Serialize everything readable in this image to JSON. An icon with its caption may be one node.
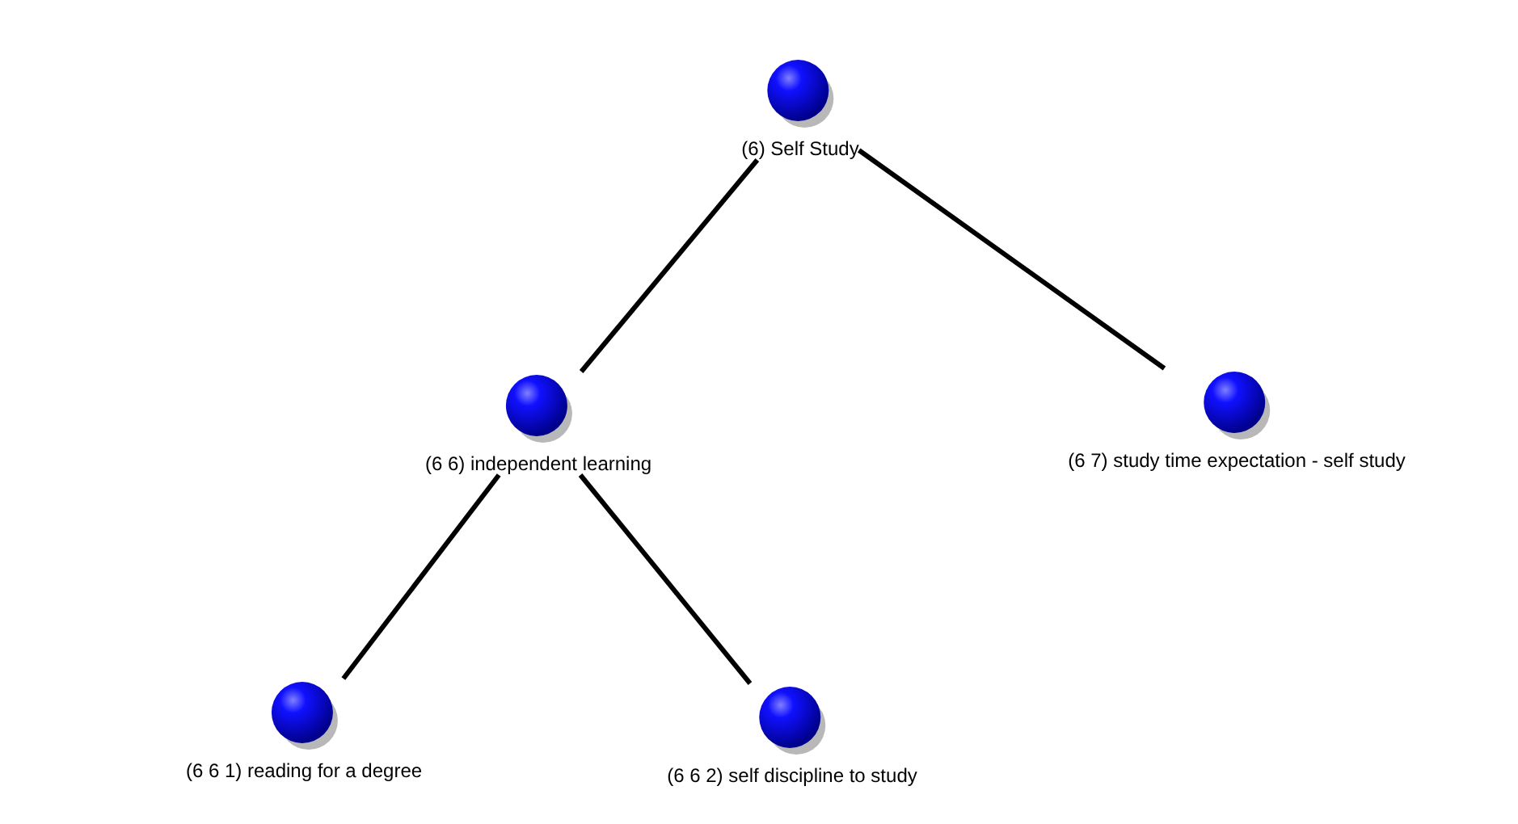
{
  "diagram": {
    "nodes": [
      {
        "text": [
          "(6) Self Study"
        ]
      },
      {
        "text": [
          "(6 6) independent learning"
        ]
      },
      {
        "text": [
          "(6 7) study time expectation - self study"
        ]
      },
      {
        "text": [
          "(6 6 1) reading for a degree"
        ]
      },
      {
        "text": [
          "(6 6 2) self discipline to study"
        ]
      }
    ],
    "edges": [
      {
        "from": 0,
        "to": 1,
        "arrow": "none"
      },
      {
        "from": 0,
        "to": 2,
        "arrow": "none"
      },
      {
        "from": 1,
        "to": 3,
        "arrow": "none"
      },
      {
        "from": 1,
        "to": 4,
        "arrow": "none"
      }
    ]
  }
}
